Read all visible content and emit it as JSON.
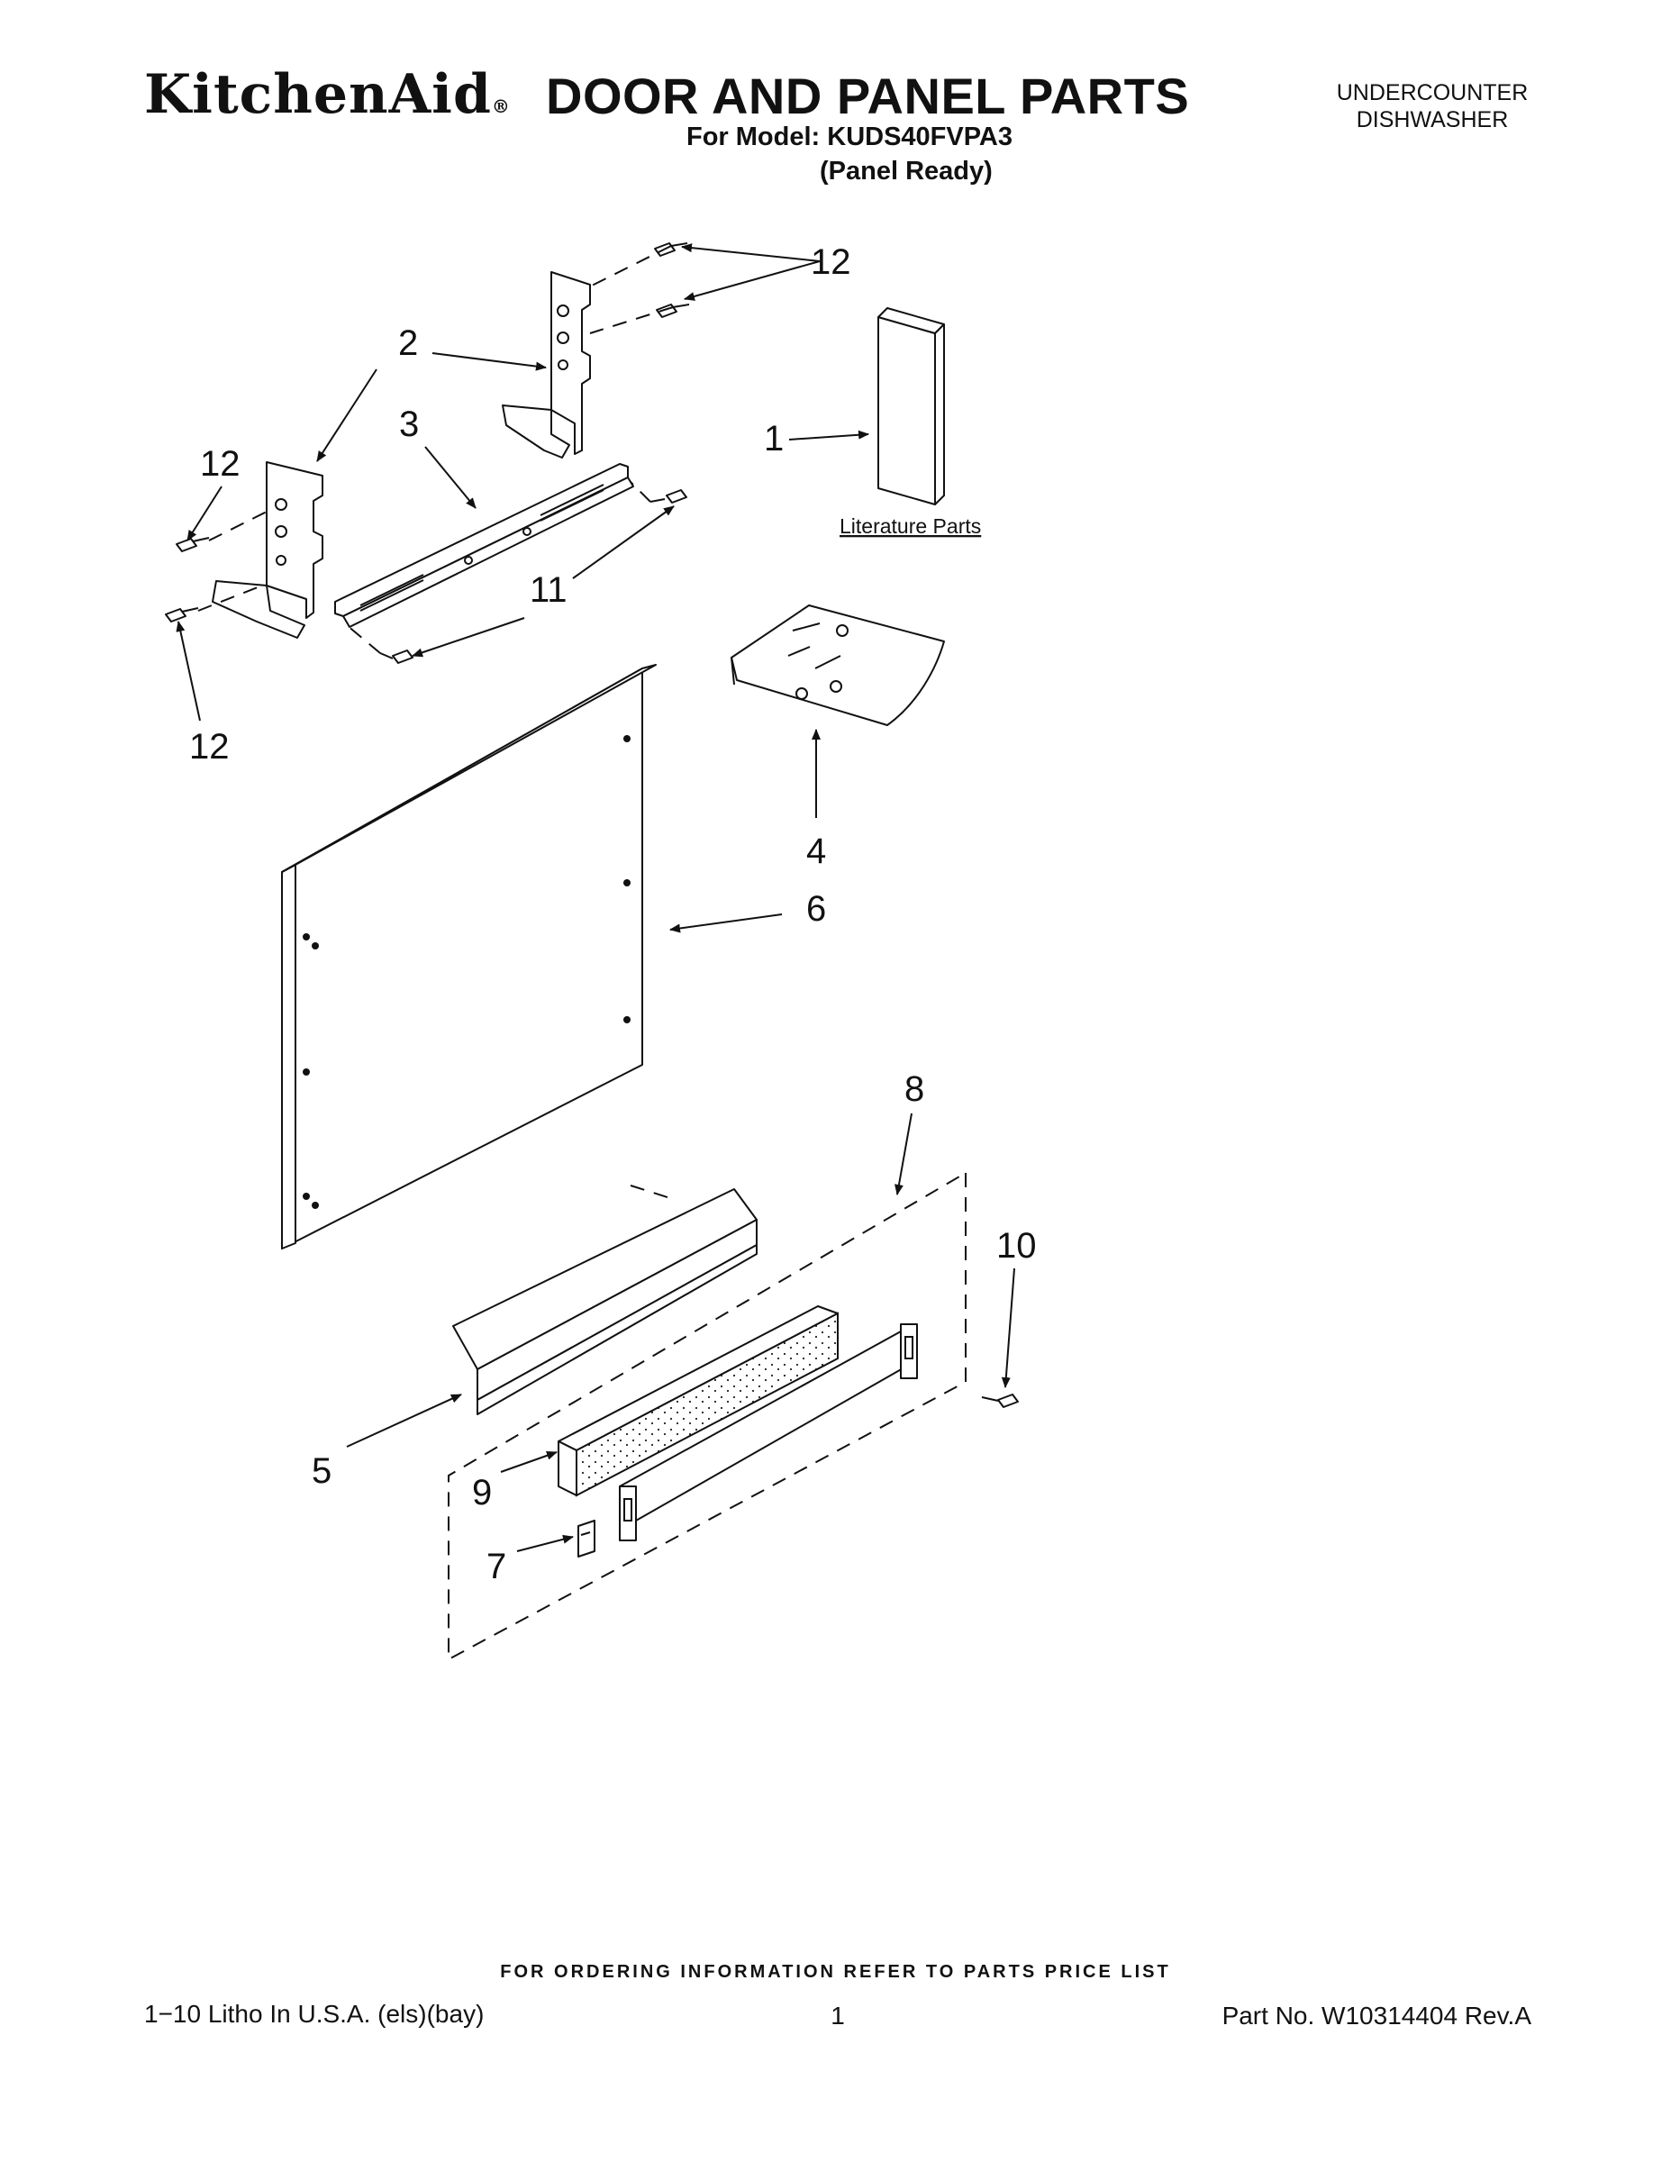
{
  "header": {
    "brand": "KitchenAid",
    "brand_mark": "®",
    "title": "DOOR AND PANEL PARTS",
    "model_line": "For Model: KUDS40FVPA3",
    "variant": "(Panel Ready)",
    "category_line1": "UNDERCOUNTER",
    "category_line2": "DISHWASHER"
  },
  "diagram": {
    "callouts": [
      "1",
      "2",
      "3",
      "4",
      "5",
      "6",
      "7",
      "8",
      "9",
      "10",
      "11",
      "12"
    ],
    "literature_label": "Literature Parts",
    "parts": [
      {
        "num": "1",
        "icon": "literature-booklet-icon"
      },
      {
        "num": "2",
        "icon": "door-bracket-icon"
      },
      {
        "num": "3",
        "icon": "support-rail-icon"
      },
      {
        "num": "4",
        "icon": "parts-bag-icon"
      },
      {
        "num": "5",
        "icon": "toe-panel-bracket-icon"
      },
      {
        "num": "6",
        "icon": "door-panel-icon"
      },
      {
        "num": "7",
        "icon": "clip-icon"
      },
      {
        "num": "8",
        "icon": "toe-panel-assembly-icon"
      },
      {
        "num": "9",
        "icon": "insulation-block-icon"
      },
      {
        "num": "10",
        "icon": "screw-icon"
      },
      {
        "num": "11",
        "icon": "screw-icon"
      },
      {
        "num": "12",
        "icon": "screw-icon"
      }
    ]
  },
  "footer": {
    "ordering": "FOR ORDERING INFORMATION REFER TO PARTS PRICE LIST",
    "litho": "1−10 Litho In U.S.A. (els)(bay)",
    "page": "1",
    "part_no": "Part No. W10314404 Rev.A"
  }
}
